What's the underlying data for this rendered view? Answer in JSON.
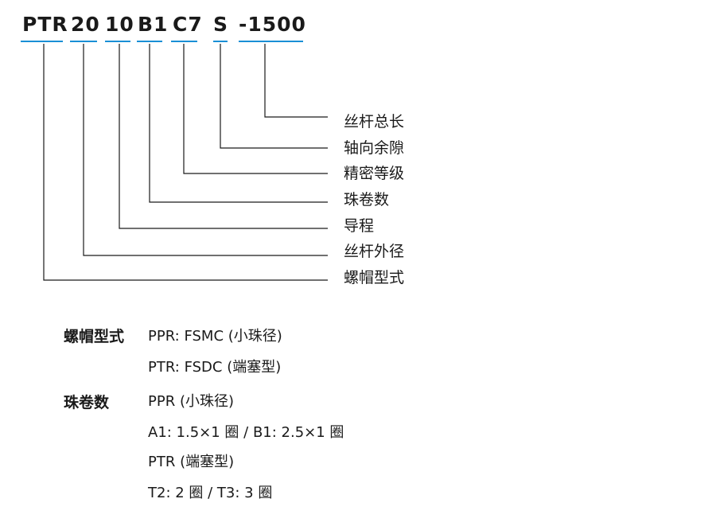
{
  "code_segments": [
    "PTR",
    "20",
    "10",
    "B1",
    "C7",
    "S",
    "-1500"
  ],
  "labels": [
    "丝杆总长",
    "轴向余隙",
    "精密等级",
    "珠卷数",
    "导程",
    "丝杆外径",
    "螺帽型式"
  ],
  "legend": {
    "nut_type": {
      "heading": "螺帽型式",
      "lines": [
        "PPR: FSMC (小珠径)",
        "PTR: FSDC  (端塞型)"
      ]
    },
    "ball_turns": {
      "heading": "珠卷数",
      "lines": [
        "PPR (小珠径)",
        "A1: 1.5×1 圈 / B1: 2.5×1 圈",
        "PTR (端塞型)",
        "T2: 2 圈 / T3: 3 圈"
      ]
    }
  },
  "colors": {
    "underline": "#1a8fd6",
    "leader": "#1a1a1a",
    "text": "#1a1a1a"
  }
}
